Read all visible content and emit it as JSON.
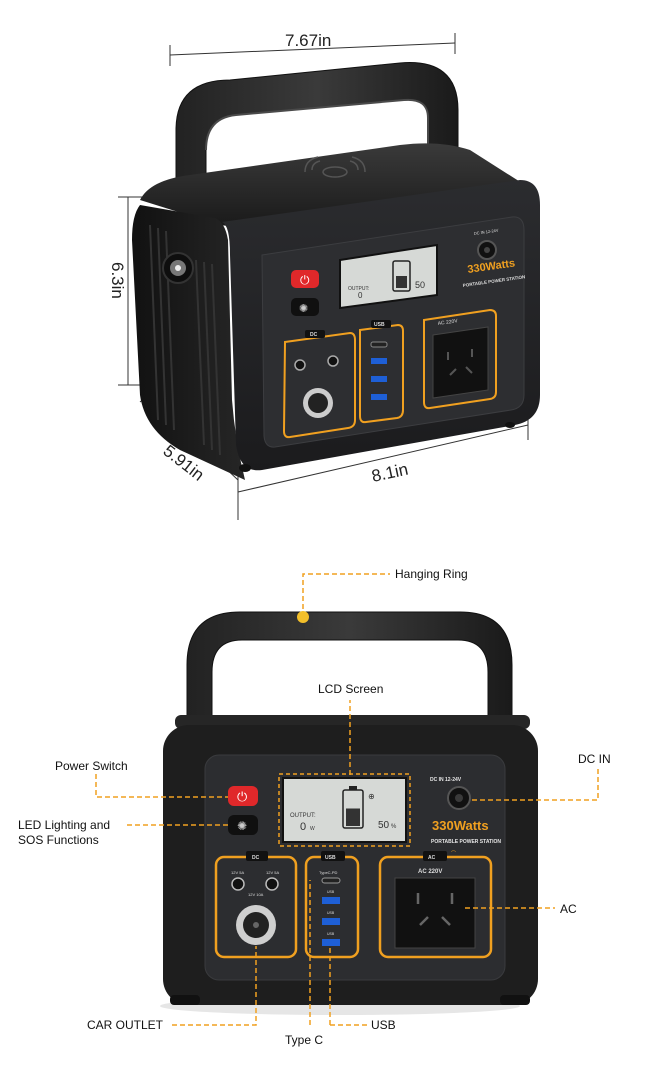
{
  "dimensions": {
    "width": "7.67in",
    "height": "6.3in",
    "depth": "5.91in",
    "length": "8.1in"
  },
  "device": {
    "wattage": "330Watts",
    "subtitle": "PORTABLE POWER STATION",
    "dc_in_label": "DC IN 12-24V",
    "lcd_output_label": "OUTPUT:",
    "lcd_output_value": "0",
    "lcd_output_unit": "W",
    "lcd_percent_value": "50",
    "lcd_percent_unit": "%",
    "battery_level": 0.5,
    "dc_badge": "DC",
    "usb_badge": "USB",
    "ac_badge": "AC",
    "ac_voltage": "AC 220V",
    "dc_port_left": "12V 5A",
    "dc_port_right": "12V 5A",
    "car_port_label": "12V 10A",
    "typec_label": "TypeC-PD",
    "usb_port_label": "USB"
  },
  "callouts": {
    "hanging_ring": "Hanging Ring",
    "lcd_screen": "LCD Screen",
    "power_switch": "Power Switch",
    "dc_in": "DC IN",
    "led_line1": "LED Lighting and",
    "led_line2": "SOS Functions",
    "ac": "AC",
    "car_outlet": "CAR OUTLET",
    "type_c": "Type C",
    "usb": "USB"
  },
  "colors": {
    "accent_orange": "#f0a020",
    "device_black": "#1e1e1e",
    "panel_gray": "#2c2d30",
    "power_red": "#e0282a",
    "lcd_screen": "#d6d9d6"
  }
}
